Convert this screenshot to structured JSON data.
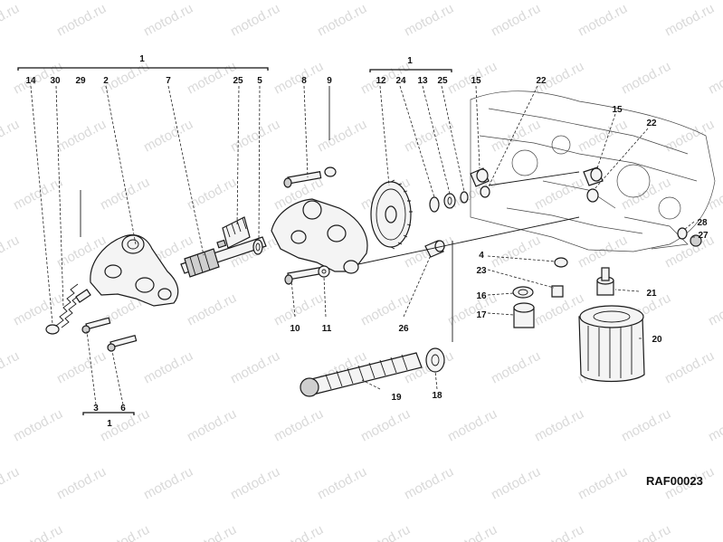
{
  "diagram": {
    "reference_code": "RAF00023",
    "watermark_text": "motod.ru",
    "group_labels": [
      "1",
      "1",
      "1"
    ],
    "labels": [
      "14",
      "30",
      "29",
      "2",
      "7",
      "25",
      "5",
      "8",
      "9",
      "12",
      "24",
      "13",
      "25",
      "15",
      "22",
      "15",
      "22",
      "28",
      "27",
      "4",
      "23",
      "16",
      "17",
      "21",
      "20",
      "10",
      "11",
      "26",
      "19",
      "18",
      "3",
      "6"
    ]
  }
}
